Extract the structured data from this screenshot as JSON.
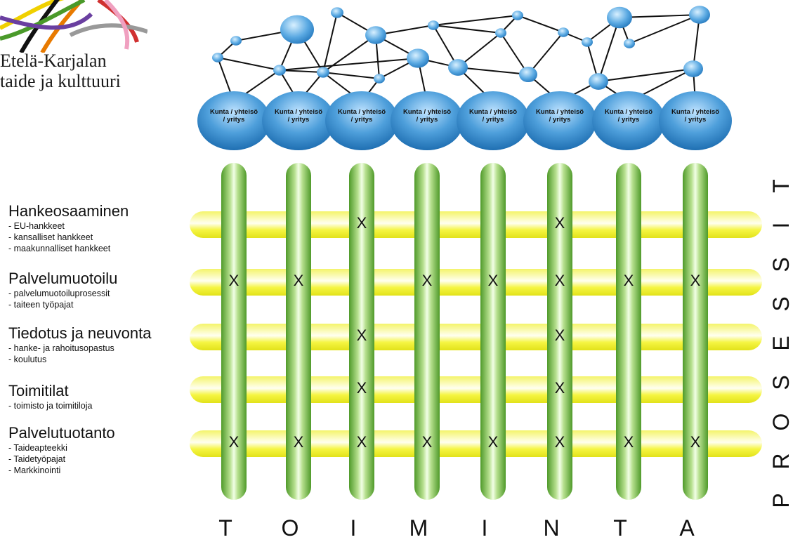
{
  "logo": {
    "line1": "Etelä-Karjalan",
    "line2": "taide ja kulttuuri"
  },
  "network": {
    "node_label": "Kunta / yhteisö / yritys"
  },
  "processes": [
    {
      "title": "Hankeosaaminen",
      "items": [
        "- EU-hankkeet",
        "- kansalliset hankkeet",
        "- maakunnalliset hankkeet"
      ]
    },
    {
      "title": "Palvelumuotoilu",
      "items": [
        "- palvelumuotoiluprosessit",
        "- taiteen työpajat"
      ]
    },
    {
      "title": "Tiedotus ja neuvonta",
      "items": [
        "- hanke- ja rahoitusopastus",
        "- koulutus"
      ]
    },
    {
      "title": "Toimitilat",
      "items": [
        "- toimisto ja toimitiloja"
      ]
    },
    {
      "title": "Palvelutuotanto",
      "items": [
        "- Taideapteekki",
        "- Taidetyöpajat",
        "- Markkinointi"
      ]
    }
  ],
  "mark_symbol": "X",
  "matrix": [
    [
      0,
      0,
      1,
      0,
      0,
      1,
      0,
      0
    ],
    [
      1,
      1,
      0,
      1,
      1,
      1,
      1,
      1
    ],
    [
      0,
      0,
      1,
      0,
      0,
      1,
      0,
      0
    ],
    [
      0,
      0,
      1,
      0,
      0,
      1,
      0,
      0
    ],
    [
      1,
      1,
      1,
      1,
      1,
      1,
      1,
      1
    ]
  ],
  "activity_letters": [
    "T",
    "O",
    "I",
    "M",
    "I",
    "N",
    "T",
    "A"
  ],
  "process_letters": [
    "P",
    "R",
    "O",
    "S",
    "E",
    "S",
    "S",
    "I",
    "T"
  ],
  "colors": {
    "green": "#7cc04a",
    "yellow": "#f5f542",
    "blue": "#3d8fcf",
    "line": "#111111"
  }
}
